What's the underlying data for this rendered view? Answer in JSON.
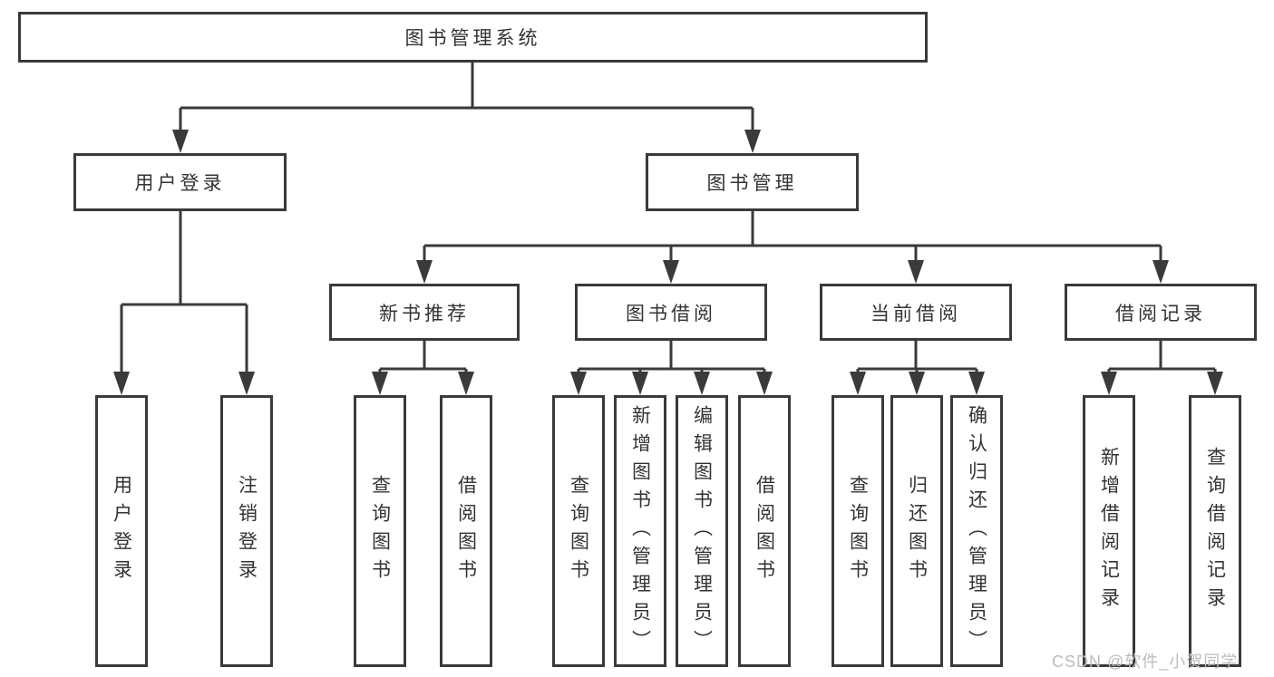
{
  "diagram": {
    "root": "图书管理系统",
    "level2": [
      "用户登录",
      "图书管理"
    ],
    "level3": [
      "新书推荐",
      "图书借阅",
      "当前借阅",
      "借阅记录"
    ],
    "leaves": {
      "user_login": [
        "用户登录",
        "注销登录"
      ],
      "new_book_recommend": [
        "查询图书",
        "借阅图书"
      ],
      "book_borrow": [
        "查询图书",
        "新增图书（管理员）",
        "编辑图书（管理员）",
        "借阅图书"
      ],
      "current_borrow": [
        "查询图书",
        "归还图书",
        "确认归还（管理员）"
      ],
      "borrow_records": [
        "新增借阅记录",
        "查询借阅记录"
      ]
    },
    "watermark": "CSDN @软件_小贺同学",
    "colors": {
      "line": "#3a3a3a",
      "text": "#333333",
      "watermark": "#bcbcbc",
      "background": "#ffffff"
    }
  }
}
